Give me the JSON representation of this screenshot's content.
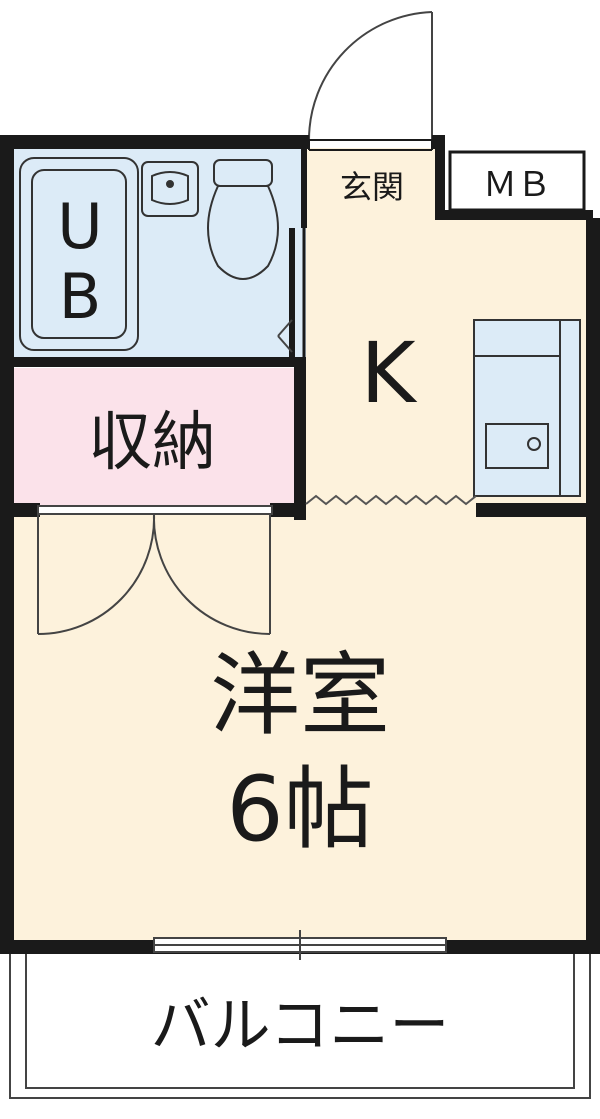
{
  "rooms": {
    "unit_bath": "UB",
    "genkan": "玄関",
    "meter_box": "ＭＢ",
    "kitchen": "K",
    "storage": "収納",
    "western_room": "洋室",
    "western_room_size": "6帖",
    "balcony": "バルコニー"
  },
  "colors": {
    "wall": "#1a1a1a",
    "bath_fill": "#dcebf7",
    "storage_fill": "#fbe2ea",
    "floor_fill": "#fdf2dc",
    "balcony_fill": "#ffffff"
  }
}
